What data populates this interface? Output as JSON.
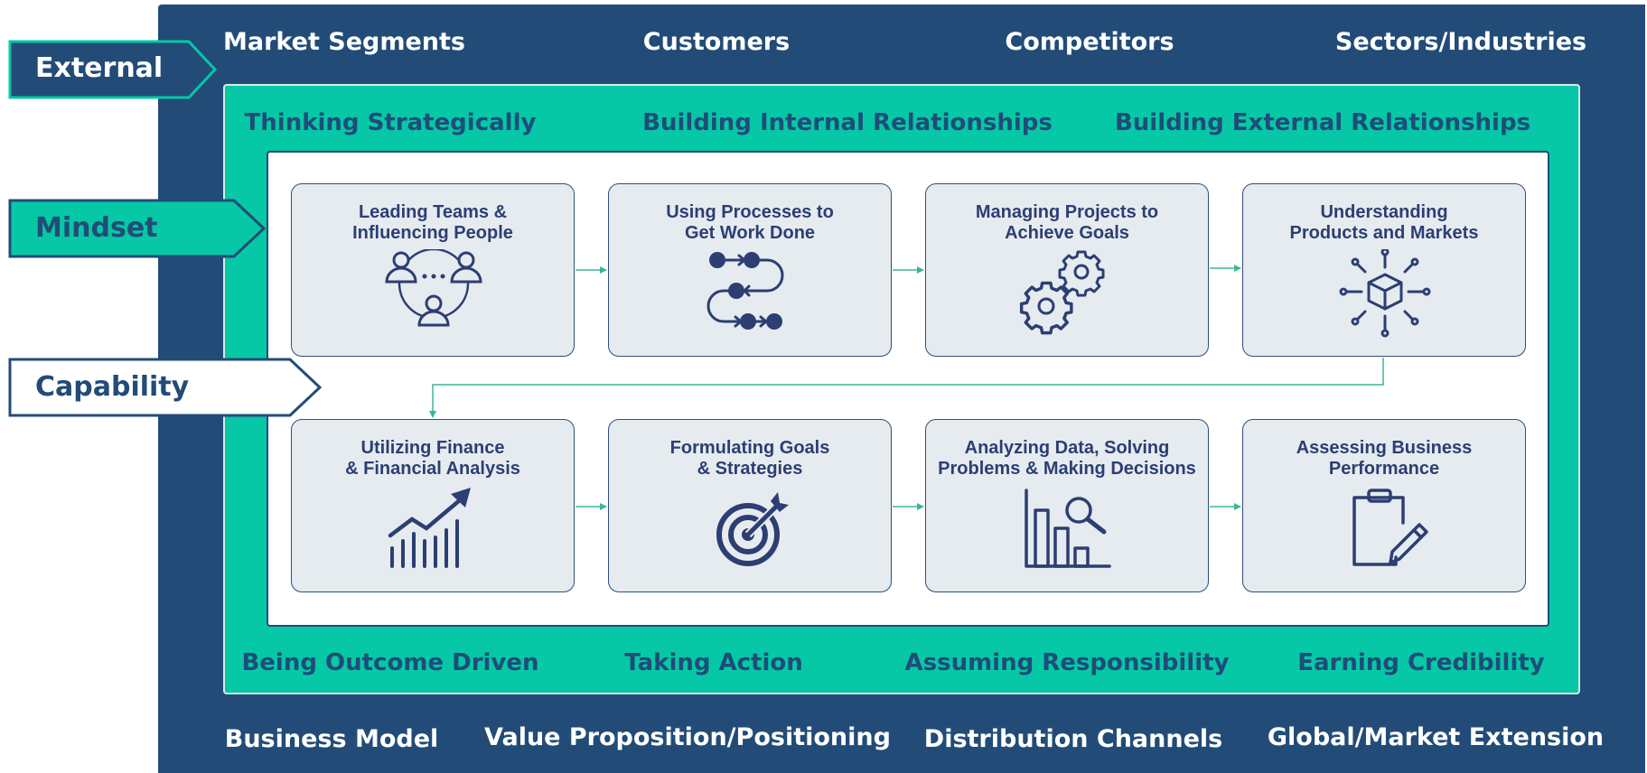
{
  "external": {
    "top": [
      "Market Segments",
      "Customers",
      "Competitors",
      "Sectors/Industries"
    ],
    "bottom": [
      "Business Model",
      "Value Proposition/Positioning",
      "Distribution Channels",
      "Global/Market Extension"
    ]
  },
  "mindset": {
    "top": [
      "Thinking Strategically",
      "Building Internal Relationships",
      "Building External Relationships"
    ],
    "bottom": [
      "Being Outcome Driven",
      "Taking Action",
      "Assuming Responsibility",
      "Earning Credibility"
    ]
  },
  "capabilities": [
    {
      "title": "Leading Teams &\nInfluencing People",
      "icon": "team-icon"
    },
    {
      "title": "Using Processes to\nGet Work Done",
      "icon": "process-flow-icon"
    },
    {
      "title": "Managing Projects to\nAchieve Goals",
      "icon": "gears-icon"
    },
    {
      "title": "Understanding\nProducts and Markets",
      "icon": "product-cube-icon"
    },
    {
      "title": "Utilizing Finance\n& Financial Analysis",
      "icon": "growth-chart-icon"
    },
    {
      "title": "Formulating Goals\n& Strategies",
      "icon": "target-icon"
    },
    {
      "title": "Analyzing Data, Solving\nProblems & Making Decisions",
      "icon": "data-analysis-icon"
    },
    {
      "title": "Assessing Business\nPerformance",
      "icon": "clipboard-icon"
    }
  ],
  "tags": {
    "external": "External",
    "mindset": "Mindset",
    "capability": "Capability"
  },
  "colors": {
    "navy": "#224c77",
    "teal": "#06c7a6",
    "card": "#e5ebef",
    "icon": "#2c3e73"
  }
}
